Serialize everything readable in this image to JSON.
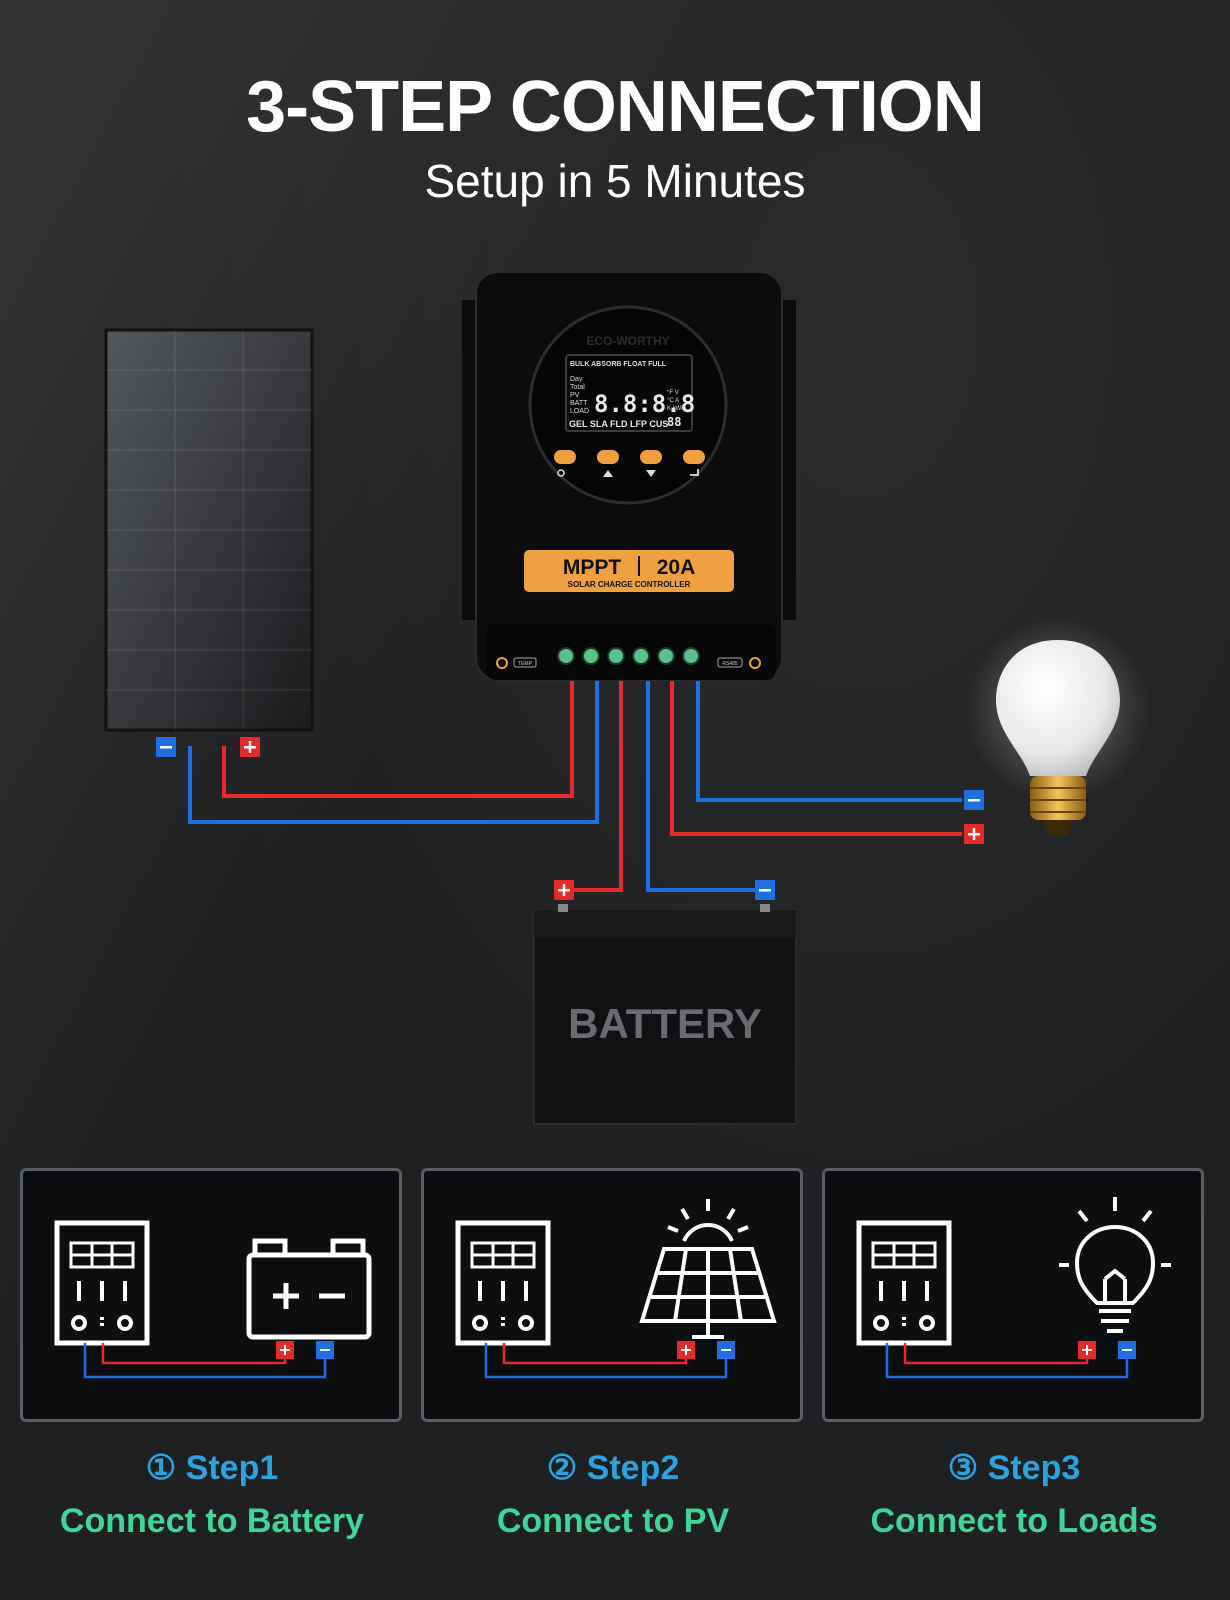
{
  "title": "3-STEP CONNECTION",
  "subtitle": "Setup in 5 Minutes",
  "controller": {
    "brand": "ECO-WORTHY",
    "type_label": "MPPT",
    "rating_label": "20A",
    "sub_label": "SOLAR CHARGE CONTROLLER",
    "lcd_top": "BULK ABSORB FLOAT FULL",
    "lcd_left": [
      "Day",
      "Total",
      "PV",
      "BATT",
      "LOAD"
    ],
    "lcd_digits": "8.8:8.8",
    "lcd_units": [
      "°F V",
      "°C A",
      "K kWh"
    ],
    "lcd_small_digits": "88",
    "lcd_bottom": "GEL SLA FLD LFP CUS",
    "port_left": "TEMP",
    "port_right": "RS485"
  },
  "battery_label": "BATTERY",
  "plus_sign": "+",
  "minus_sign": "−",
  "steps": [
    {
      "number": "① Step1",
      "description": "Connect to Battery",
      "icon": "battery-icon"
    },
    {
      "number": "② Step2",
      "description": "Connect to PV",
      "icon": "solar-panel-icon"
    },
    {
      "number": "③ Step3",
      "description": "Connect to Loads",
      "icon": "light-bulb-icon"
    }
  ],
  "colors": {
    "positive": "#e52a2a",
    "negative": "#1f6fe0",
    "accent_orange": "#f0a040",
    "step_number": "#2aa3e0",
    "step_desc": "#3fd69a"
  }
}
